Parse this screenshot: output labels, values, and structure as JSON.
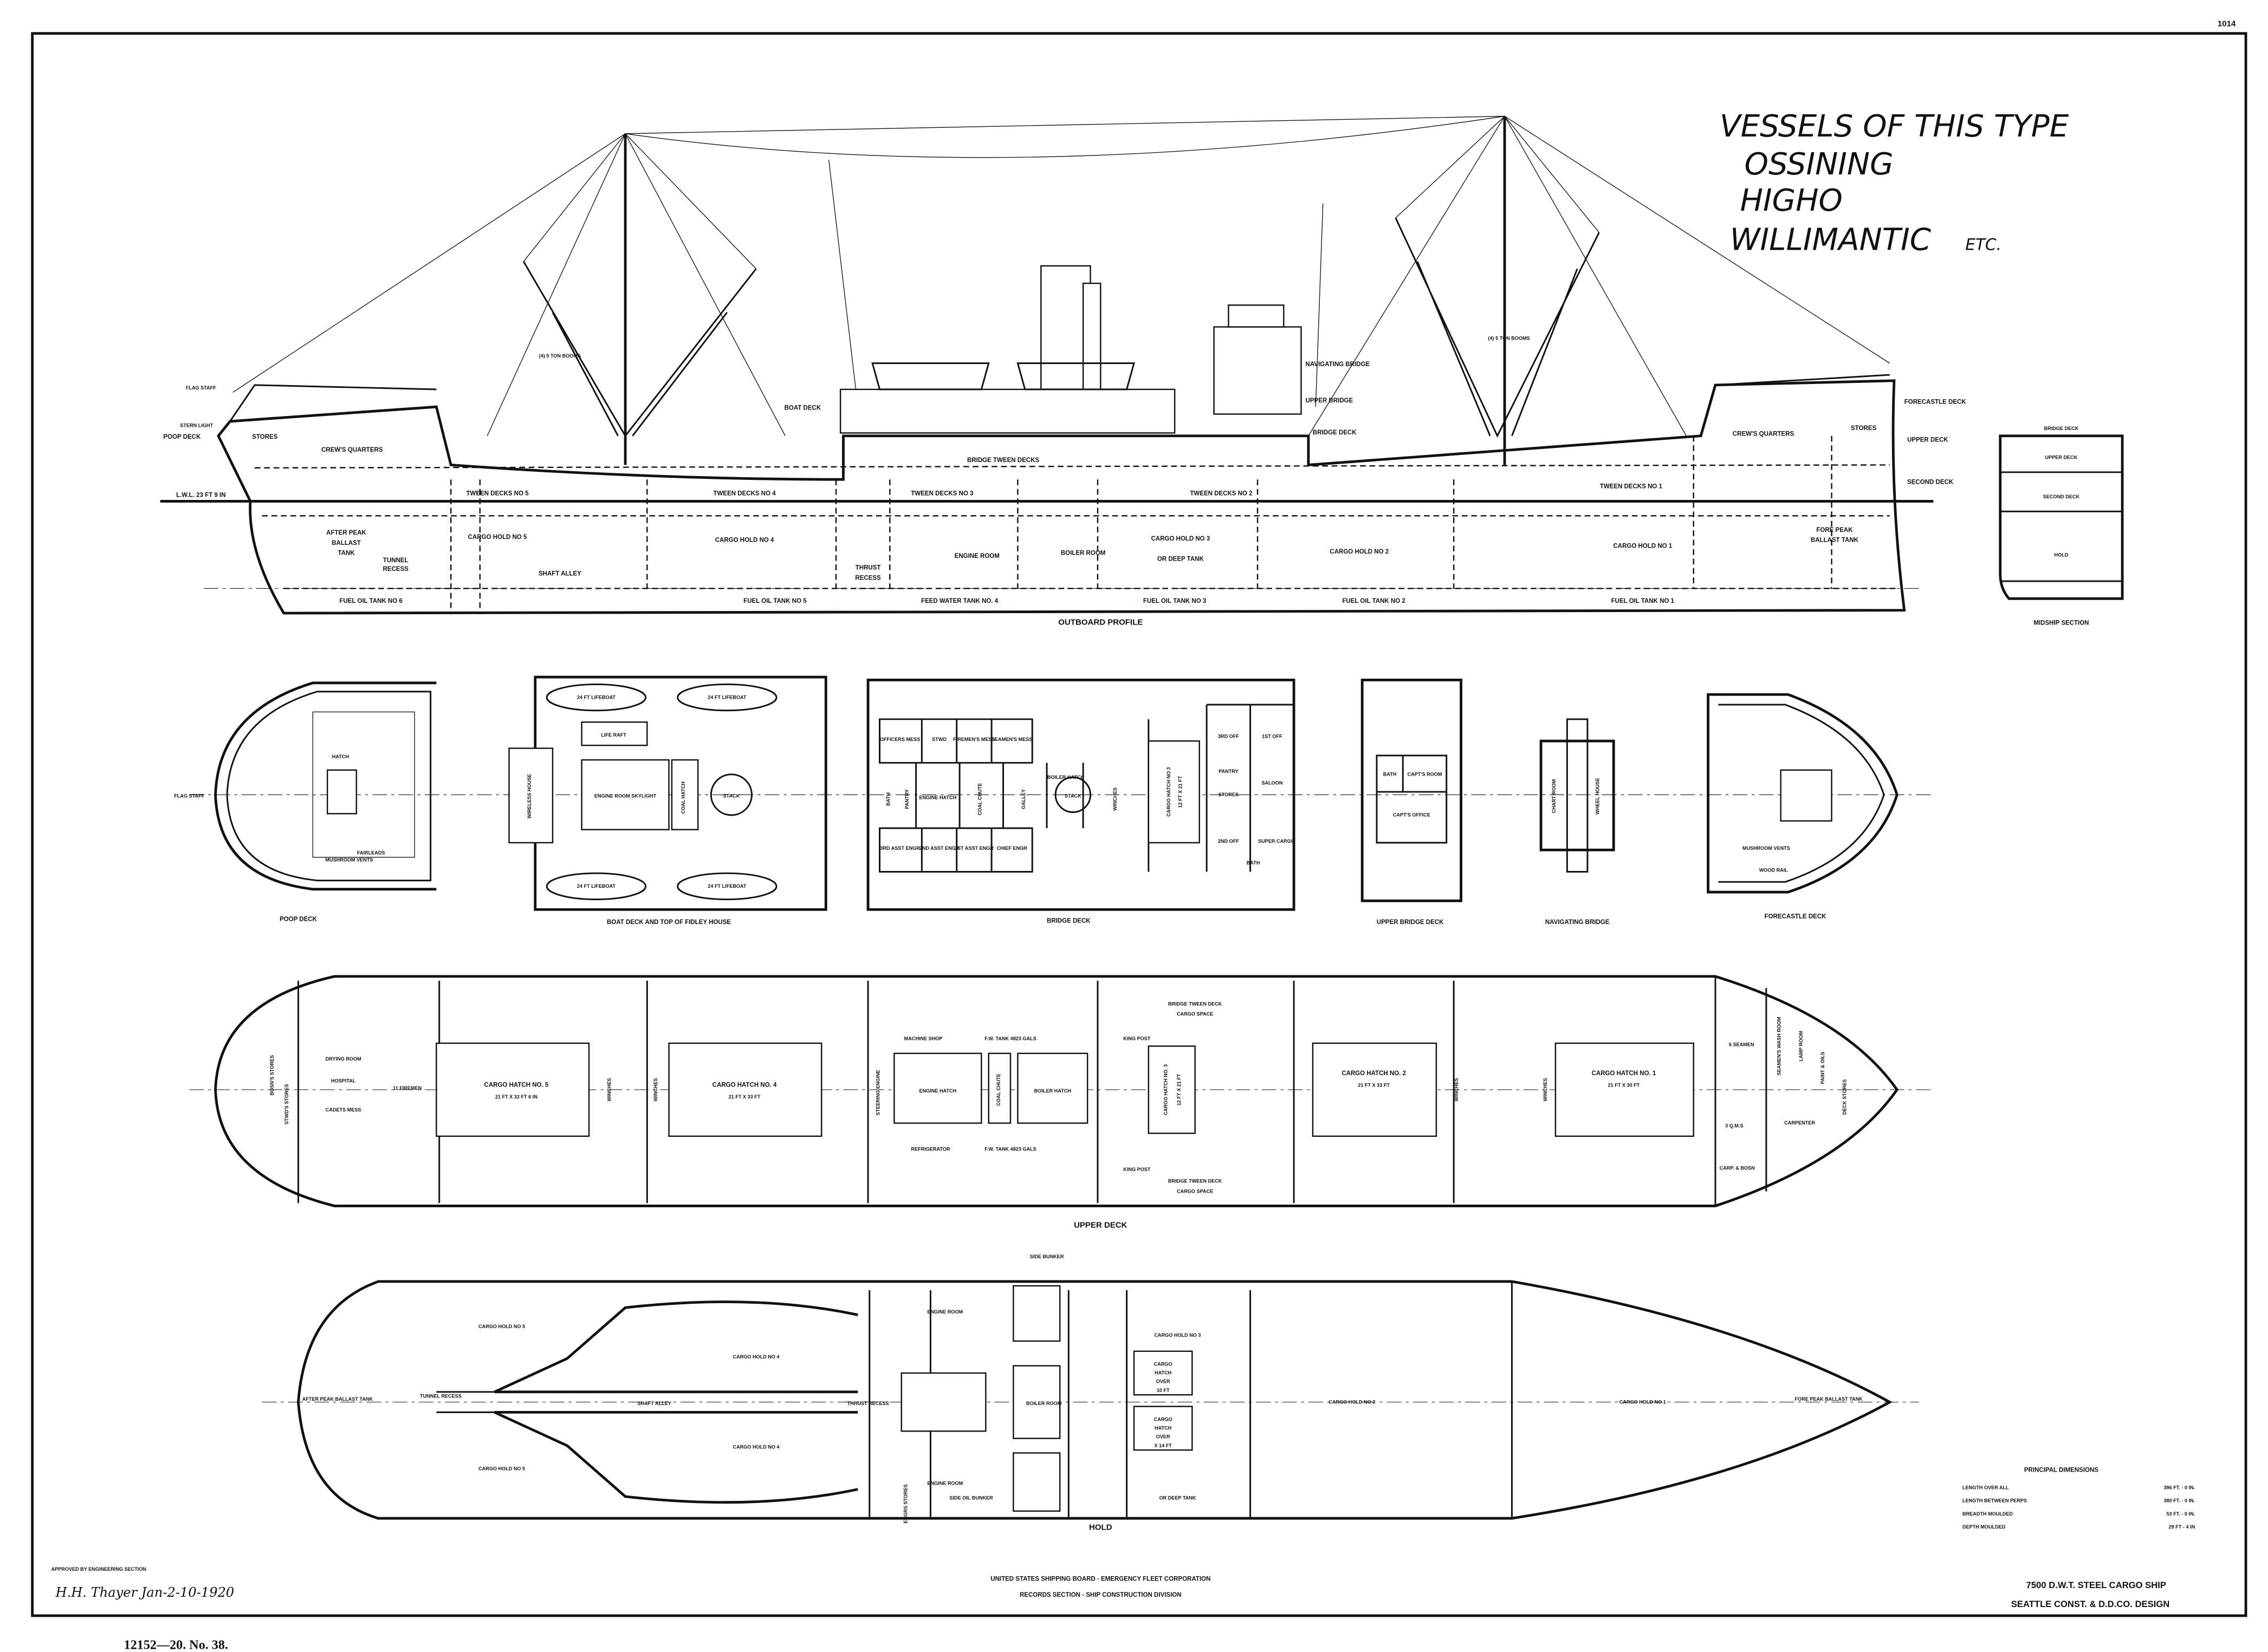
{
  "sheet_number": "1014",
  "vessels": {
    "heading": "VESSELS OF THIS TYPE",
    "names": [
      "OSSINING",
      "HIGHO",
      "WILLIMANTIC"
    ],
    "etc": "ETC."
  },
  "profile": {
    "caption": "OUTBOARD PROFILE",
    "labels": {
      "flag_staff": "FLAG STAFF",
      "stern_light": "STERN LIGHT",
      "poop_deck": "POOP DECK",
      "stores_aft": "STORES",
      "crews_quarters_aft": "CREW'S QUARTERS",
      "lwl": "L.W.L. 23 FT 9 IN",
      "after_peak": "AFTER PEAK",
      "ballast": "BALLAST",
      "tank": "TANK",
      "tunnel": "TUNNEL",
      "recess": "RECESS",
      "tween5": "TWEEN DECKS NO 5",
      "tween4": "TWEEN DECKS NO 4",
      "tween3": "TWEEN DECKS NO 3",
      "tween2": "TWEEN DECKS NO 2",
      "tween1": "TWEEN DECKS NO 1",
      "bridge_tween": "BRIDGE TWEEN DECKS",
      "hold5": "CARGO HOLD NO 5",
      "hold4": "CARGO HOLD NO 4",
      "shaft_alley": "SHAFT ALLEY",
      "thrust": "THRUST",
      "engine_room": "ENGINE ROOM",
      "boiler_room": "BOILER ROOM",
      "hold3": "CARGO HOLD NO 3",
      "or_deep_tank": "OR DEEP TANK",
      "hold2": "CARGO HOLD NO 2",
      "hold1": "CARGO HOLD NO 1",
      "boat_deck": "BOAT DECK",
      "booms_aft": "(4) 5 TON BOOMS",
      "booms_fwd": "(4) 5 TON BOOMS",
      "nav_bridge": "NAVIGATING BRIDGE",
      "upper_bridge": "UPPER BRIDGE",
      "bridge_deck": "BRIDGE DECK",
      "crews_quarters_fwd": "CREW'S QUARTERS",
      "stores_fwd": "STORES",
      "forecastle_deck": "FORECASTLE DECK",
      "upper_deck": "UPPER DECK",
      "second_deck": "SECOND DECK",
      "fore_peak": "FORE PEAK",
      "ballast_tank": "BALLAST TANK",
      "fo6": "FUEL OIL TANK NO 6",
      "fo5": "FUEL OIL TANK NO 5",
      "fw4": "FEED WATER TANK NO. 4",
      "fo3": "FUEL OIL TANK NO 3",
      "fo2": "FUEL OIL TANK NO 2",
      "fo1": "FUEL OIL TANK NO 1"
    }
  },
  "midship": {
    "caption": "MIDSHIP SECTION",
    "labels": [
      "BRIDGE DECK",
      "UPPER DECK",
      "SECOND DECK",
      "HOLD"
    ]
  },
  "deck_plans": {
    "poop": {
      "caption": "POOP DECK",
      "labels": [
        "HATCH",
        "FAIRLEADS",
        "MUSHROOM VENTS",
        "FLAG STAFF"
      ]
    },
    "boat": {
      "caption": "BOAT DECK AND TOP OF FIDLEY HOUSE",
      "labels": [
        "24 FT LIFEBOAT",
        "24 FT LIFEBOAT",
        "24 FT LIFEBOAT",
        "24 FT LIFEBOAT",
        "LIFE RAFT",
        "ENGINE ROOM SKYLIGHT",
        "COAL HATCH",
        "STACK",
        "WIRELESS HOUSE"
      ]
    },
    "bridge": {
      "caption": "BRIDGE DECK",
      "labels": [
        "OFFICERS MESS",
        "STWD",
        "FIREMEN'S MESS",
        "SEAMEN'S MESS",
        "BATH",
        "PANTRY",
        "ENGINE HATCH",
        "COAL CHUTE",
        "GALLEY",
        "BOILER HATCH",
        "STACK",
        "WINCHES",
        "CARGO HATCH NO 3",
        "12 FT X 21 FT",
        "3RD ASST ENGR",
        "2ND ASST ENGR",
        "1ST ASST ENGR",
        "CHIEF ENGR",
        "3RD OFF",
        "1ST OFF",
        "PANTRY",
        "STORES",
        "SALOON",
        "2ND OFF",
        "BATH",
        "SUPER CARGO"
      ]
    },
    "upper_bridge": {
      "caption": "UPPER BRIDGE DECK",
      "labels": [
        "BATH",
        "CAPT'S ROOM",
        "CAPT'S OFFICE"
      ]
    },
    "nav_bridge": {
      "caption": "NAVIGATING BRIDGE",
      "labels": [
        "CHART ROOM",
        "WHEEL HOUSE"
      ]
    },
    "forecastle": {
      "caption": "FORECASTLE DECK",
      "labels": [
        "MUSHROOM VENTS",
        "WOOD RAIL"
      ]
    }
  },
  "upper_deck": {
    "caption": "UPPER DECK",
    "hatches": [
      {
        "name": "CARGO HATCH NO. 5",
        "size": "21 FT X 32 FT 6 IN"
      },
      {
        "name": "CARGO HATCH NO. 4",
        "size": "21 FT X 33 FT"
      },
      {
        "name": "CARGO HATCH NO. 3",
        "size": "12 FT X 21 FT"
      },
      {
        "name": "CARGO HATCH NO. 2",
        "size": "21 FT X 33 FT"
      },
      {
        "name": "CARGO HATCH NO. 1",
        "size": "21 FT X 30 FT"
      }
    ],
    "labels": [
      "BRIDGE TWEEN DECK",
      "CARGO SPACE",
      "BRIDGE TWEEN DECK",
      "CARGO SPACE",
      "MACHINE SHOP",
      "F.W. TANK 4823 GALS",
      "ENGINE HATCH",
      "COAL CHUTE",
      "BOILER HATCH",
      "REFRIGERATOR",
      "F.W. TANK 4823 GALS",
      "WINCHES",
      "WINCHES",
      "WINCHES",
      "WINCHES",
      "DRYING ROOM",
      "HOSPITAL",
      "CADETS MESS",
      "BOSN'S STORES",
      "STWD'S STORES",
      "6 SEAMEN",
      "SEAMEN'S WASH ROOM",
      "LAMP ROOM",
      "PAINT & OILS",
      "3 Q.M.S",
      "CARPENTER",
      "CARP. & BOSN",
      "DECK STORES",
      "KING POST",
      "KING POST",
      "STEERING ENGINE",
      "11 FIREMEN"
    ]
  },
  "hold": {
    "caption": "HOLD",
    "labels": [
      "CARGO HOLD NO 5",
      "CARGO HOLD NO 5",
      "CARGO HOLD NO 4",
      "CARGO HOLD NO 4",
      "AFTER PEAK BALLAST TANK",
      "TUNNEL RECESS",
      "SHAFT ALLEY",
      "THRUST RECESS",
      "ENGINE ROOM",
      "ENGINE ROOM",
      "BOILER ROOM",
      "SIDE BUNKER",
      "SIDE OIL BUNKER",
      "CARGO HOLD NO 3",
      "OR DEEP TANK",
      "CARGO HOLD NO 2",
      "CARGO HOLD NO 1",
      "FORE PEAK BALLAST TANK",
      "ENGRS STORES"
    ],
    "deep_tank_hatch": [
      "CARGO",
      "HATCH",
      "OVER",
      "10 FT",
      "X 14 FT"
    ]
  },
  "principal_dimensions": {
    "title": "PRINCIPAL DIMENSIONS",
    "rows": [
      {
        "label": "LENGTH OVER ALL",
        "value": "396 FT. - 0 IN."
      },
      {
        "label": "LENGTH BETWEEN PERPS",
        "value": "380 FT. - 0 IN."
      },
      {
        "label": "BREADTH MOULDED",
        "value": "53 FT. - 0 IN."
      },
      {
        "label": "DEPTH MOULDED",
        "value": "29 FT - 4 IN"
      }
    ]
  },
  "title_block": {
    "ship_line1": "7500 D.W.T. STEEL CARGO SHIP",
    "ship_line2": "SEATTLE CONST. & D.D.CO. DESIGN",
    "org_line1": "UNITED STATES SHIPPING BOARD - EMERGENCY FLEET CORPORATION",
    "org_line2": "RECORDS SECTION - SHIP CONSTRUCTION DIVISION",
    "approved": "APPROVED BY ENGINEERING SECTION",
    "signature": "H.H. Thayer Jan-2-10-1920",
    "plate_number": "12152—20. No. 38."
  }
}
